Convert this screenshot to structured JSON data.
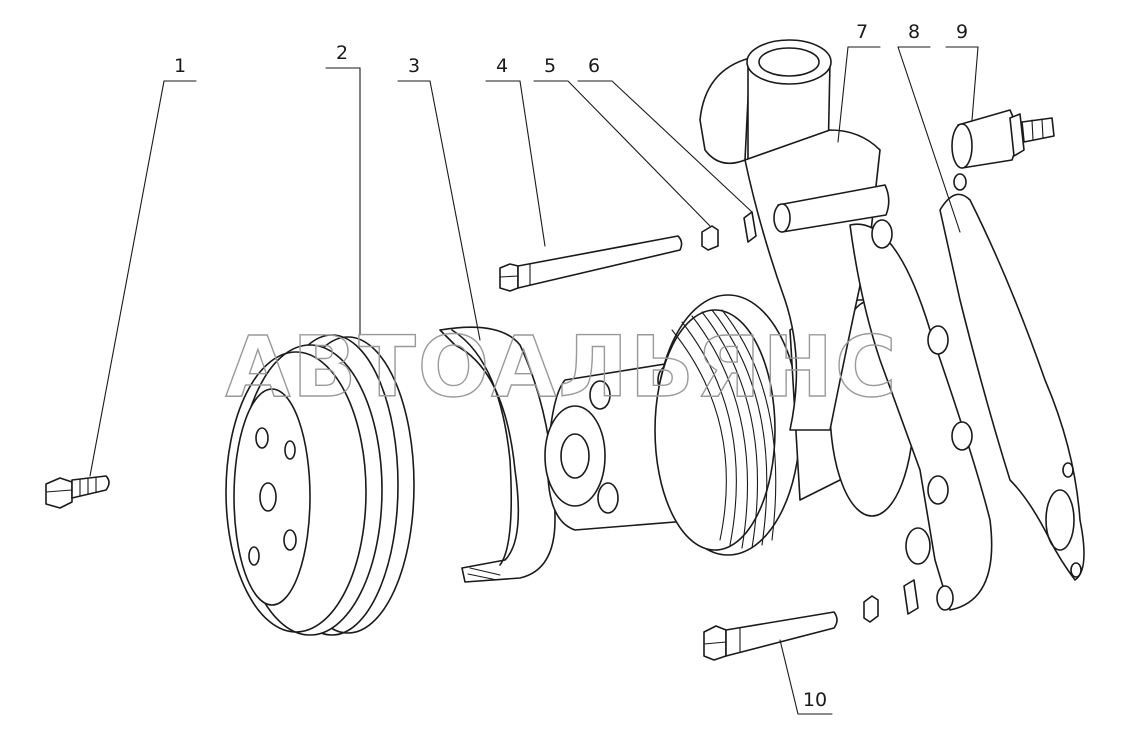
{
  "diagram": {
    "callouts": [
      {
        "id": "1",
        "label": "1"
      },
      {
        "id": "2",
        "label": "2"
      },
      {
        "id": "3",
        "label": "3"
      },
      {
        "id": "4",
        "label": "4"
      },
      {
        "id": "5",
        "label": "5"
      },
      {
        "id": "6",
        "label": "6"
      },
      {
        "id": "7",
        "label": "7"
      },
      {
        "id": "8",
        "label": "8"
      },
      {
        "id": "9",
        "label": "9"
      },
      {
        "id": "10",
        "label": "10"
      }
    ],
    "watermark": "АВТОАЛЬЯНС"
  }
}
